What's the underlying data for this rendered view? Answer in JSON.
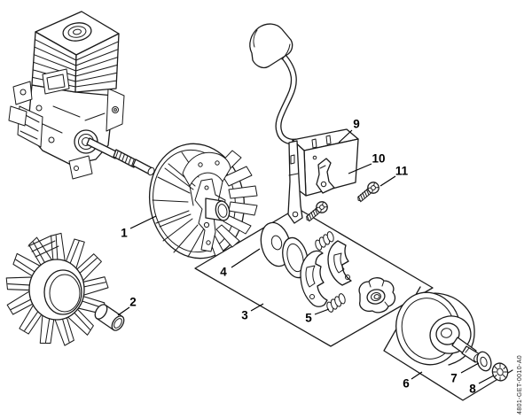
{
  "figure": {
    "type": "exploded-parts-diagram",
    "colors": {
      "background": "#ffffff",
      "line": "#1a1a1a",
      "label_text": "#000000"
    }
  },
  "callouts": [
    {
      "label": "1"
    },
    {
      "label": "2"
    },
    {
      "label": "3"
    },
    {
      "label": "4"
    },
    {
      "label": "5"
    },
    {
      "label": "6"
    },
    {
      "label": "7"
    },
    {
      "label": "8"
    },
    {
      "label": "9"
    },
    {
      "label": "10"
    },
    {
      "label": "11"
    }
  ],
  "diagram_id": "4801-GET-0010-A0"
}
